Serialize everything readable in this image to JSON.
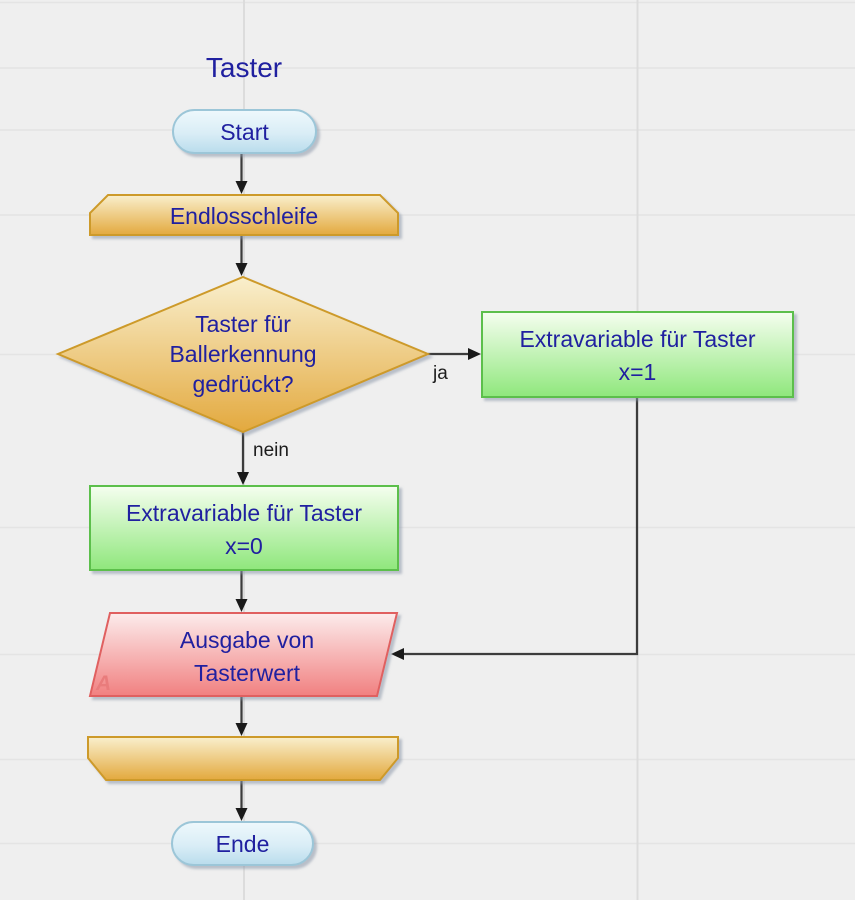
{
  "canvas": {
    "background": "#efefef",
    "grid_color": "#e0e0e0",
    "connector_color": "#3c3c3c",
    "text_color": "#2020a0"
  },
  "diagram": {
    "title": "Taster",
    "nodes": {
      "start": {
        "type": "terminator",
        "label": "Start",
        "fill": "#b9dcec",
        "border": "#9cc6d8"
      },
      "loop_begin": {
        "type": "loop-begin",
        "label": "Endlosschleife",
        "fill": "#e3a93e",
        "border": "#cd9a29"
      },
      "decision": {
        "type": "decision",
        "lines": [
          "Taster für",
          "Ballerkennung",
          "gedrückt?"
        ],
        "fill": "#e3a93e",
        "border": "#cd9a29"
      },
      "set_x1": {
        "type": "process",
        "lines": [
          "Extravariable für Taster",
          "x=1"
        ],
        "fill": "#8fe77c",
        "border": "#5cbf4c"
      },
      "set_x0": {
        "type": "process",
        "lines": [
          "Extravariable für Taster",
          "x=0"
        ],
        "fill": "#8fe77c",
        "border": "#5cbf4c"
      },
      "output": {
        "type": "output",
        "lines": [
          "Ausgabe von",
          "Tasterwert"
        ],
        "corner_mark": "A",
        "fill": "#f18080",
        "border": "#e06060"
      },
      "loop_end": {
        "type": "loop-end",
        "label": "",
        "fill": "#e3a93e",
        "border": "#cd9a29"
      },
      "end": {
        "type": "terminator",
        "label": "Ende",
        "fill": "#b9dcec",
        "border": "#9cc6d8"
      }
    },
    "branches": {
      "yes_label": "ja",
      "no_label": "nein"
    }
  }
}
